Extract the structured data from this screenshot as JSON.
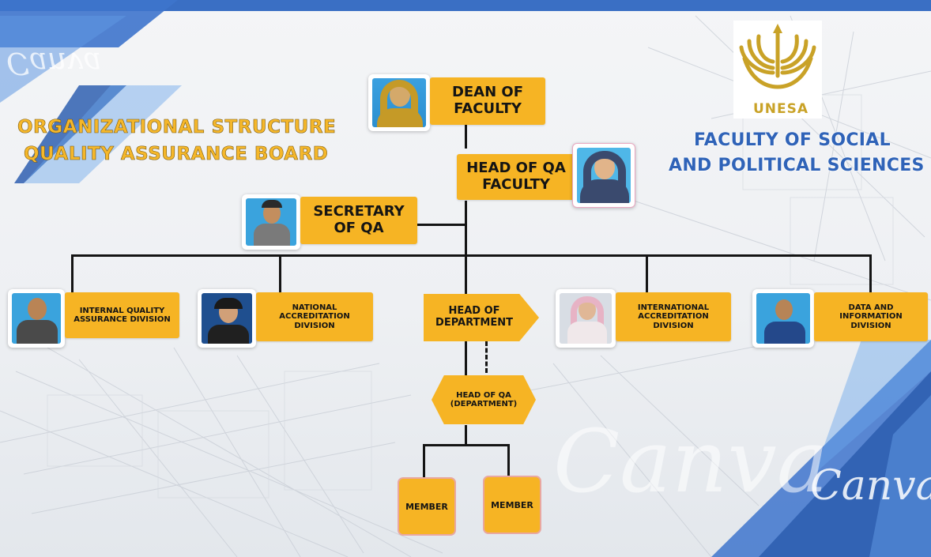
{
  "title": {
    "line1": "ORGANIZATIONAL STRUCTURE",
    "line2": "QUALITY  ASSURANCE BOARD"
  },
  "faculty": {
    "logo_text": "UNESA",
    "line1": "FACULTY OF SOCIAL",
    "line2": "AND POLITICAL SCIENCES"
  },
  "watermark": "Canva",
  "nodes": {
    "dean": "DEAN OF FACULTY",
    "head_qa_faculty": "HEAD OF QA FACULTY",
    "secretary": "SECRETARY OF QA",
    "internal_qa": "INTERNAL QUALITY ASSURANCE DIVISION",
    "national_accreditation": "NATIONAL ACCREDITATION DIVISION",
    "head_department": "HEAD OF DEPARTMENT",
    "international_accreditation": "INTERNATIONAL ACCREDITATION DIVISION",
    "data_information": "DATA AND INFORMATION DIVISION",
    "head_qa_department": "HEAD OF QA (DEPARTMENT)",
    "member_1": "MEMBER",
    "member_2": "MEMBER"
  },
  "colors": {
    "box": "#f6b424",
    "accent_blue": "#2f63b8",
    "title_gold": "#f5b72a",
    "logo_gold": "#c9a227",
    "line": "#141414"
  }
}
